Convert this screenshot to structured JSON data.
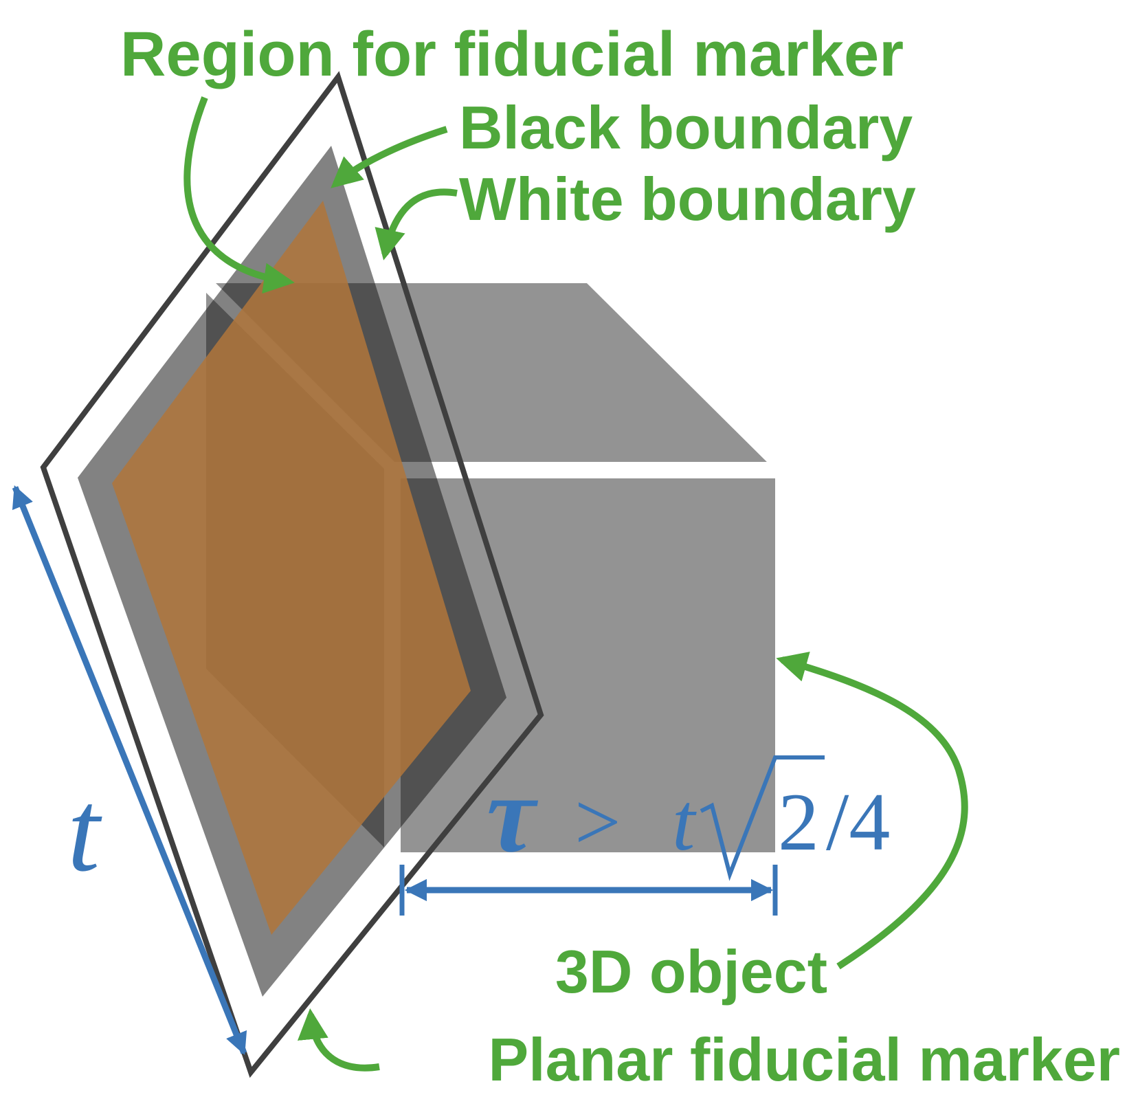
{
  "labels": {
    "region": "Region for fiducial marker",
    "black_boundary": "Black boundary",
    "white_boundary": "White boundary",
    "object_3d": "3D object",
    "planar_marker": "Planar fiducial marker"
  },
  "math": {
    "t_symbol": "t",
    "tau": "τ",
    "gt": ">",
    "t_inline": "t",
    "sqrt_arg": "2",
    "div": "/4"
  },
  "colors": {
    "annotation_green": "#4fa83b",
    "math_blue": "#3a76b8",
    "cube_gray": "#8a8a8a",
    "marker_black_band": "#555555",
    "region_orange": "#b0753b",
    "outline": "#3f3f3f"
  }
}
